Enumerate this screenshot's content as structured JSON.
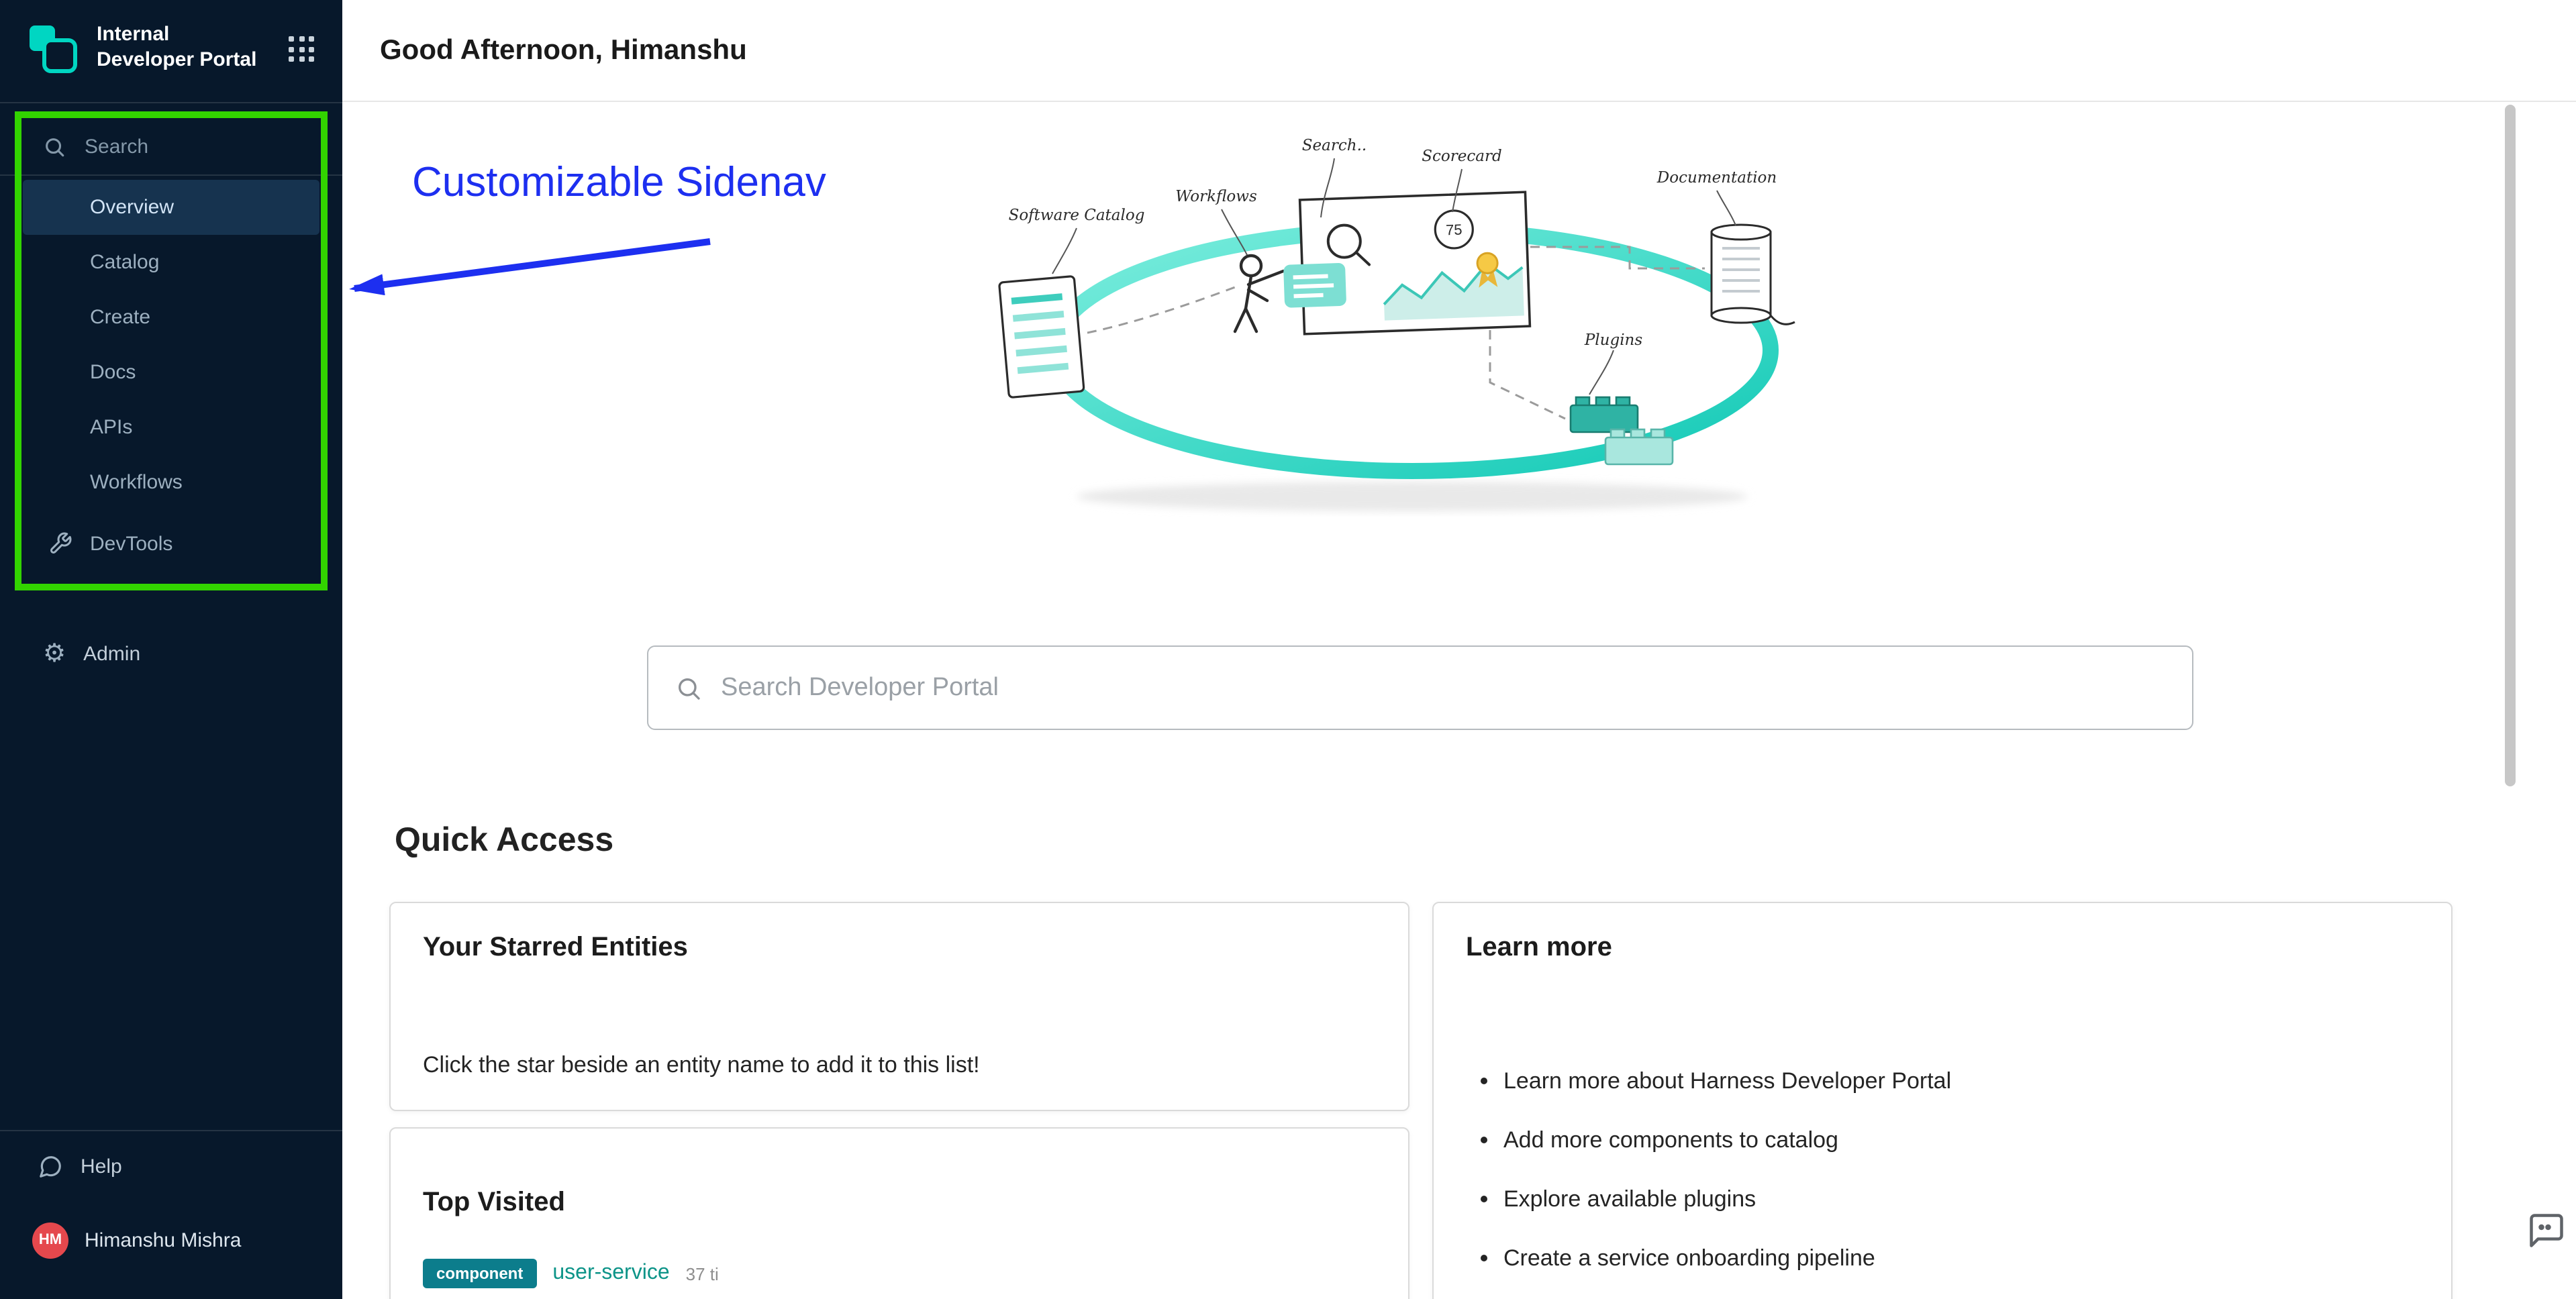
{
  "sidebar": {
    "brand_title": "Internal Developer Portal",
    "search_label": "Search",
    "items": [
      {
        "label": "Overview",
        "active": true
      },
      {
        "label": "Catalog"
      },
      {
        "label": "Create"
      },
      {
        "label": "Docs"
      },
      {
        "label": "APIs"
      },
      {
        "label": "Workflows"
      }
    ],
    "devtools_label": "DevTools",
    "admin_label": "Admin",
    "help_label": "Help",
    "user": {
      "name": "Himanshu Mishra",
      "initials": "HM"
    }
  },
  "header": {
    "greeting": "Good Afternoon, Himanshu"
  },
  "annotations": {
    "sidenav_label": "Customizable Sidenav",
    "highlight_color": "#32d400",
    "arrow_color": "#1d2ff0"
  },
  "illustration": {
    "labels": [
      "Software Catalog",
      "Workflows",
      "Search..",
      "Scorecard",
      "Documentation",
      "Plugins"
    ],
    "scorecard_value": "75"
  },
  "search": {
    "placeholder": "Search Developer Portal"
  },
  "quick_access": {
    "title": "Quick Access",
    "starred_card": {
      "title": "Your Starred Entities",
      "empty_text": "Click the star beside an entity name to add it to this list!"
    },
    "learn_card": {
      "title": "Learn more",
      "items": [
        "Learn more about Harness Developer Portal",
        "Add more components to catalog",
        "Explore available plugins",
        "Create a service onboarding pipeline"
      ]
    },
    "top_visited_card": {
      "title": "Top Visited",
      "rows": [
        {
          "kind": "component",
          "name": "user-service",
          "meta": "37 ti"
        }
      ]
    }
  },
  "colors": {
    "sidebar_bg": "#07182b",
    "badge_teal": "#0c7d8c",
    "link_teal": "#0d9488",
    "avatar_red": "#e5484d",
    "ring_teal": "#2fd3c0"
  }
}
